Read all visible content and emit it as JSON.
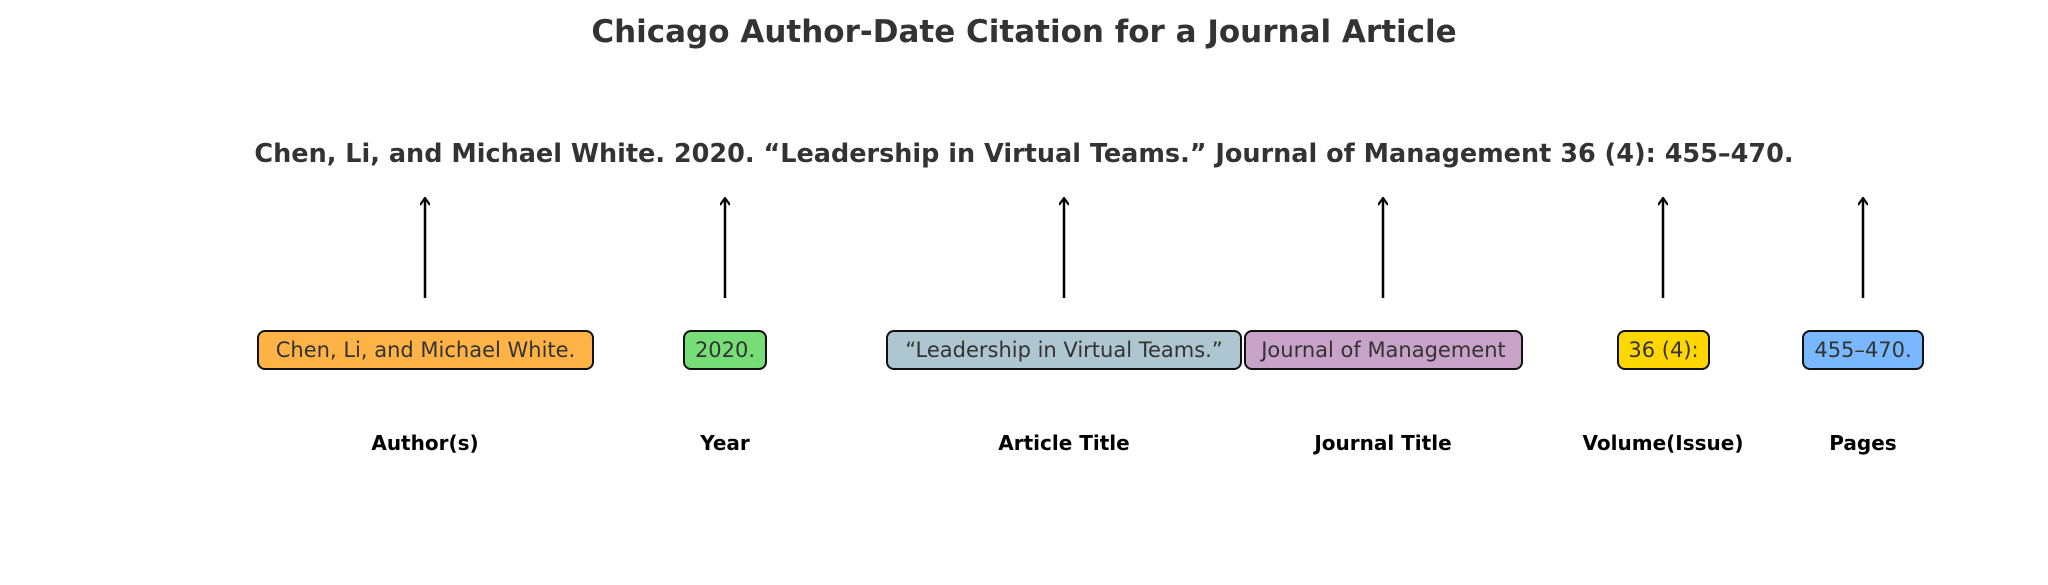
{
  "title": "Chicago Author-Date Citation for a Journal Article",
  "citation": "Chen, Li, and Michael White. 2020. “Leadership in Virtual Teams.” Journal of Management 36 (4): 455–470.",
  "components": [
    {
      "text": "Chen, Li, and Michael White.",
      "label": "Author(s)",
      "color": "#FFB347"
    },
    {
      "text": "2020.",
      "label": "Year",
      "color": "#77DD77"
    },
    {
      "text": "“Leadership in Virtual Teams.”",
      "label": "Article Title",
      "color": "#AEC6CF"
    },
    {
      "text": "Journal of Management",
      "label": "Journal Title",
      "color": "#C8A2C8"
    },
    {
      "text": "36 (4):",
      "label": "Volume(Issue)",
      "color": "#FFD700"
    },
    {
      "text": "455–470.",
      "label": "Pages",
      "color": "#79B8FF"
    }
  ]
}
